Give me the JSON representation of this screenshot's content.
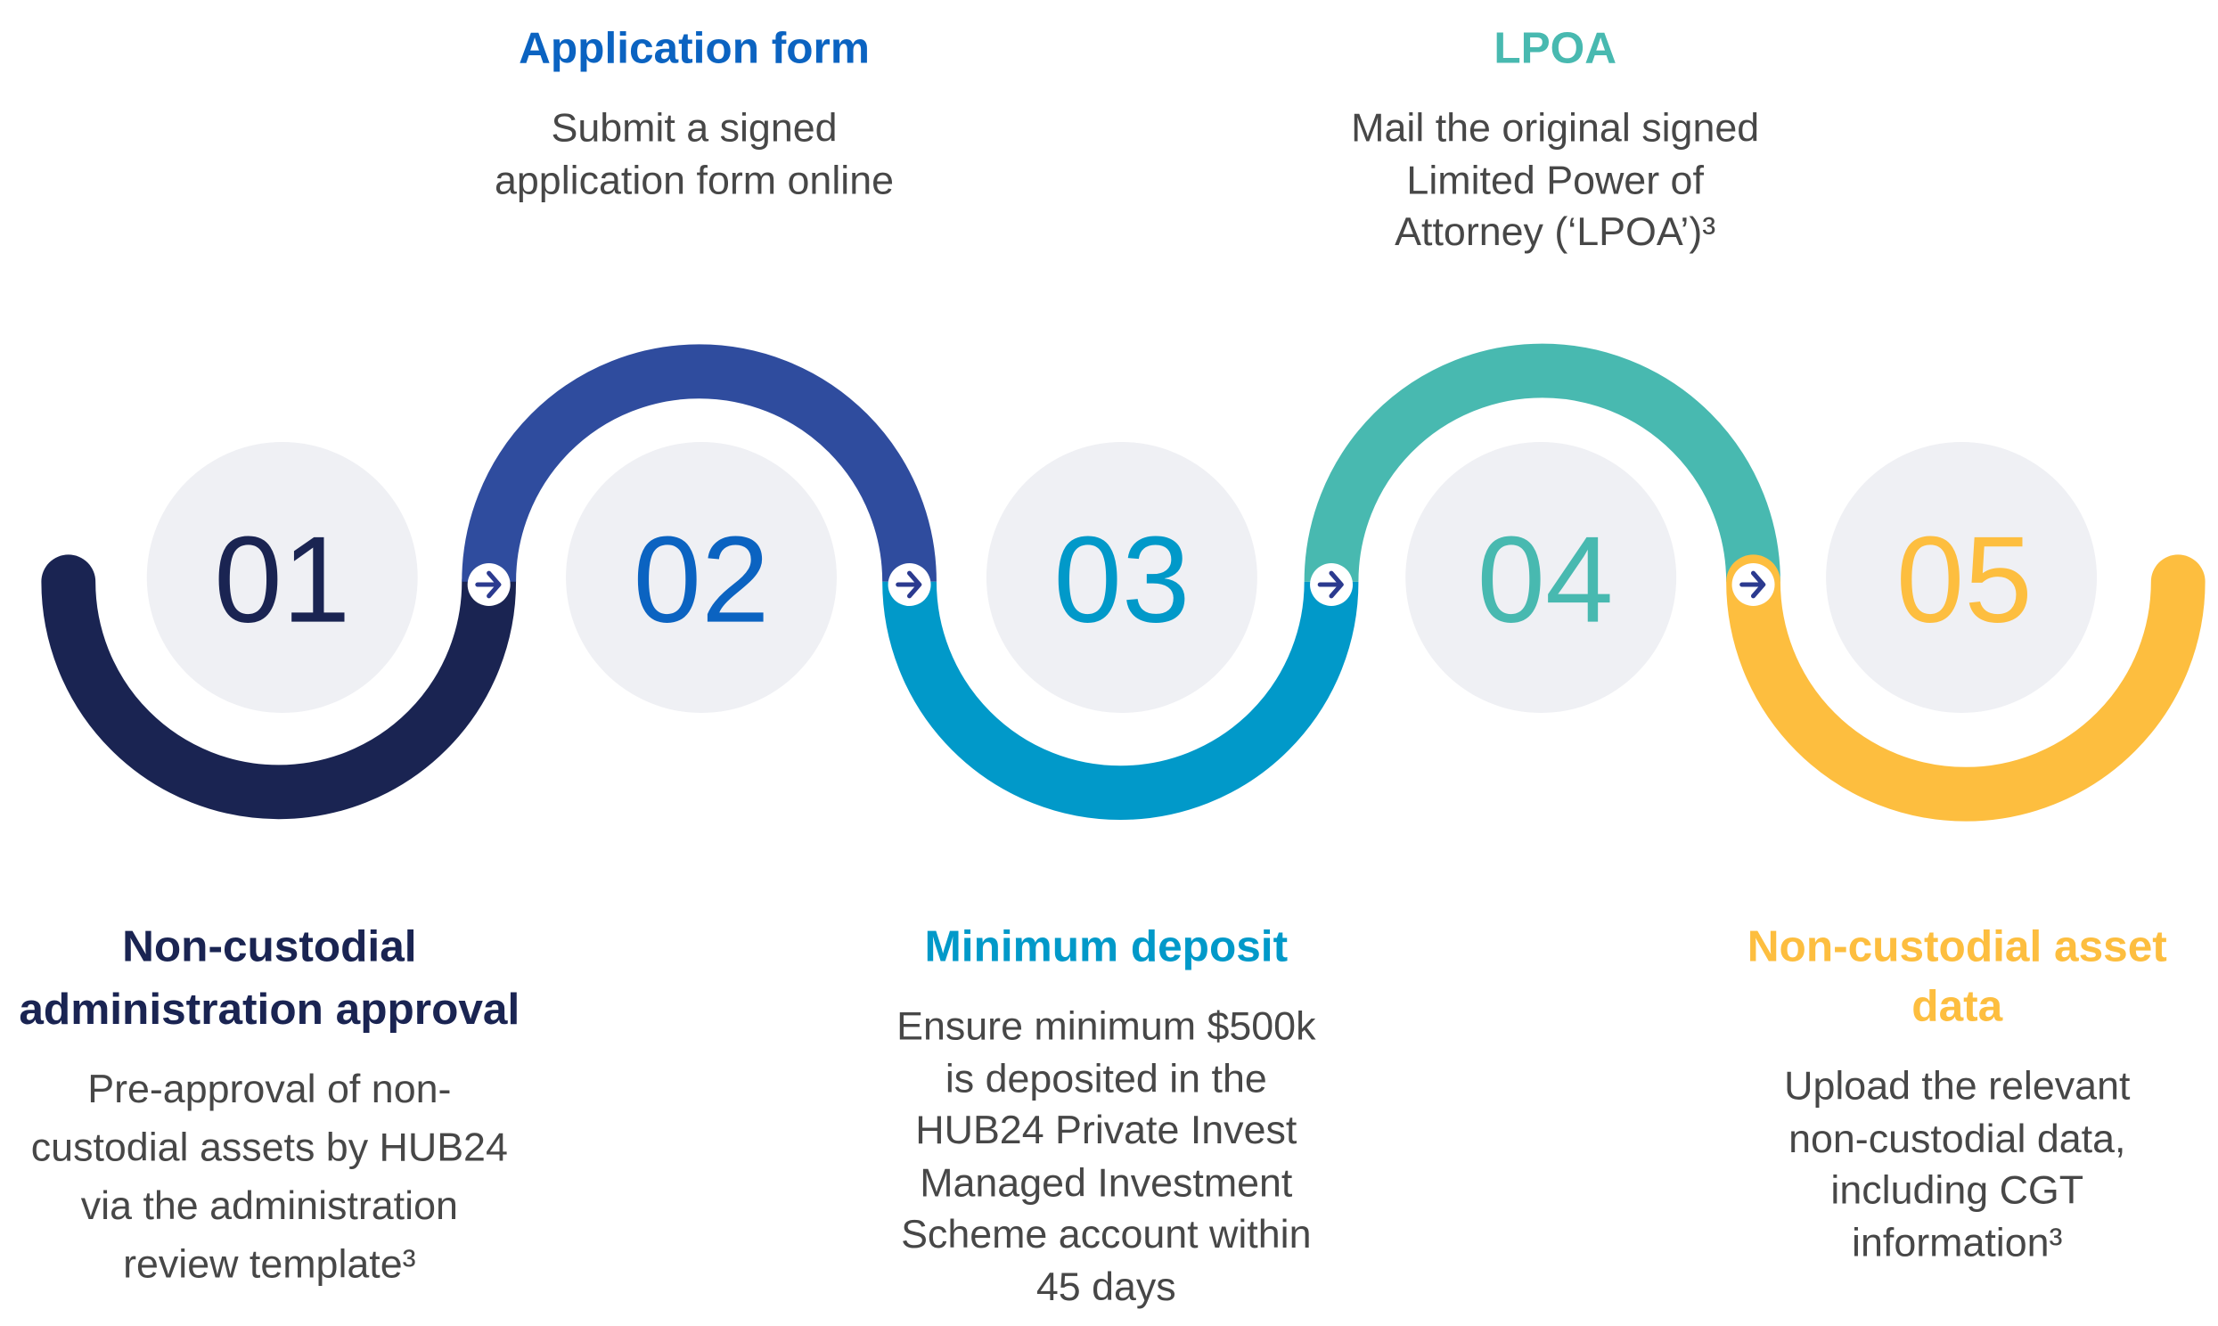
{
  "colors": {
    "step1": "#1a2452",
    "step2_arc": "#2f4c9e",
    "step2_text": "#0b63c1",
    "step3": "#0199c9",
    "step4": "#48b9b0",
    "step5": "#fdbe3f",
    "circle_bg": "#eff0f4",
    "arrow": "#2b3a8f",
    "body_text": "#474747"
  },
  "steps": [
    {
      "number": "01",
      "title_lines": [
        "Non-custodial",
        "administration approval"
      ],
      "desc_lines": [
        "Pre-approval of non-",
        "custodial assets by HUB24",
        "via the administration",
        "review template³"
      ],
      "position": "bottom"
    },
    {
      "number": "02",
      "title_lines": [
        "Application form"
      ],
      "desc_lines": [
        "Submit a signed",
        "application form online"
      ],
      "position": "top"
    },
    {
      "number": "03",
      "title_lines": [
        "Minimum deposit"
      ],
      "desc_lines": [
        "Ensure minimum $500k",
        "is deposited in the",
        "HUB24 Private Invest",
        "Managed Investment",
        "Scheme account within",
        "45 days"
      ],
      "position": "bottom"
    },
    {
      "number": "04",
      "title_lines": [
        "LPOA"
      ],
      "desc_lines": [
        "Mail the original signed",
        "Limited Power of",
        "Attorney (‘LPOA’)³"
      ],
      "position": "top"
    },
    {
      "number": "05",
      "title_lines": [
        "Non-custodial asset",
        "data"
      ],
      "desc_lines": [
        "Upload the relevant",
        "non-custodial data,",
        "including CGT",
        "information³"
      ],
      "position": "bottom"
    }
  ],
  "connector_icon": "arrow-right-circle-icon"
}
